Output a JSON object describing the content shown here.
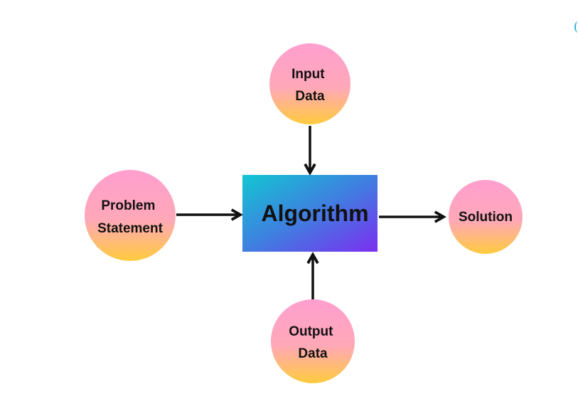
{
  "diagram": {
    "center": {
      "label": "Algorithm"
    },
    "nodes": {
      "input": {
        "lines": [
          "Input",
          "Data"
        ]
      },
      "problem": {
        "lines": [
          "Problem",
          "Statement"
        ]
      },
      "solution": {
        "lines": [
          "Solution"
        ]
      },
      "output": {
        "lines": [
          "Output",
          "Data"
        ]
      }
    },
    "colors": {
      "node_top": "#ff9fcf",
      "node_bottom": "#ffcb3d",
      "box_start": "#12c6d2",
      "box_end": "#7b2ff0",
      "arrow": "#111111"
    }
  }
}
